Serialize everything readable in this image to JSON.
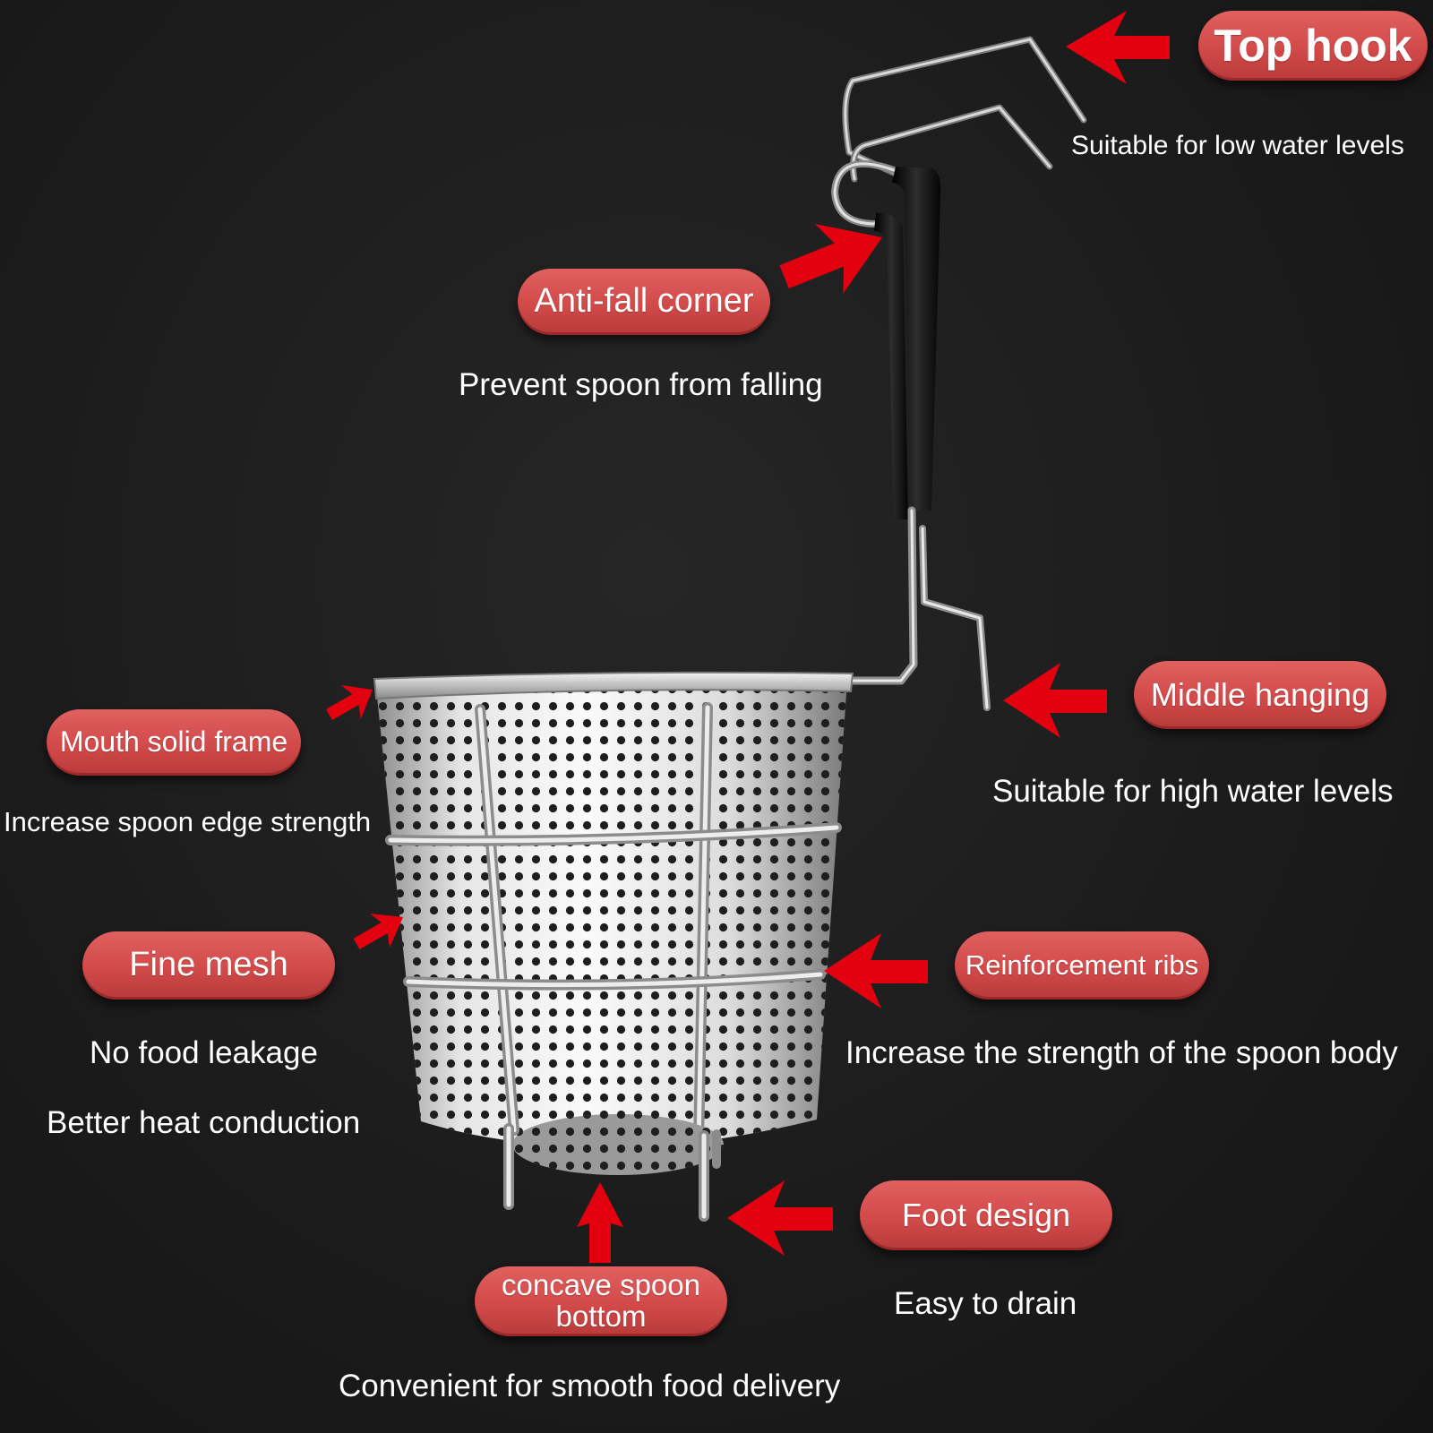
{
  "colors": {
    "background": "#1c1c1c",
    "accent": "#d24a4a",
    "arrow": "#e3000f",
    "text": "#ffffff"
  },
  "callouts": {
    "top_hook": {
      "label": "Top hook",
      "description": "Suitable for low water levels"
    },
    "anti_fall_corner": {
      "label": "Anti-fall corner",
      "description": "Prevent spoon from falling"
    },
    "middle_hanging": {
      "label": "Middle hanging",
      "description": "Suitable for high water levels"
    },
    "mouth_solid_frame": {
      "label": "Mouth solid frame",
      "description": "Increase spoon edge strength"
    },
    "fine_mesh": {
      "label": "Fine mesh",
      "description_1": "No food leakage",
      "description_2": "Better heat conduction"
    },
    "reinforcement_ribs": {
      "label": "Reinforcement ribs",
      "description": "Increase the strength of the spoon body"
    },
    "foot_design": {
      "label": "Foot design",
      "description": "Easy to drain"
    },
    "concave_bottom": {
      "label_line_1": "concave spoon",
      "label_line_2": "bottom",
      "description": "Convenient for smooth food delivery"
    }
  },
  "icons": [
    "basket-illustration",
    "arrow-icon"
  ]
}
